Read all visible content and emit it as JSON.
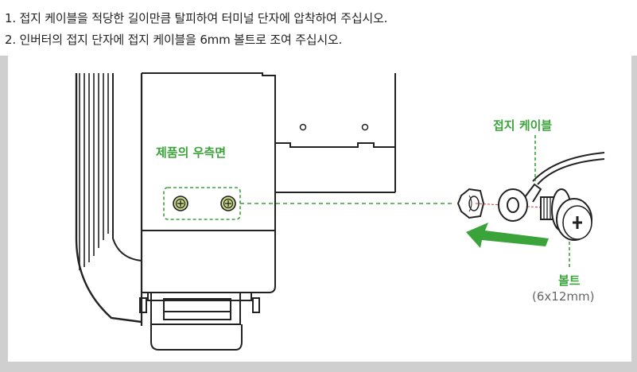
{
  "instructions": [
    "1. 접지 케이블을 적당한 길이만큼 탈피하여 터미널 단자에 압착하여 주십시오.",
    "2. 인버터의 접지 단자에 접지 케이블을 6mm 볼트로 조여 주십시오."
  ],
  "labels": {
    "side_panel": "제품의 우측면",
    "ground_cable": "접지 케이블",
    "bolt": "볼트",
    "bolt_spec": "(6x12mm)"
  },
  "colors": {
    "accent_green": "#3aa33a",
    "line": "#222222",
    "background": "#cfcfcf"
  }
}
